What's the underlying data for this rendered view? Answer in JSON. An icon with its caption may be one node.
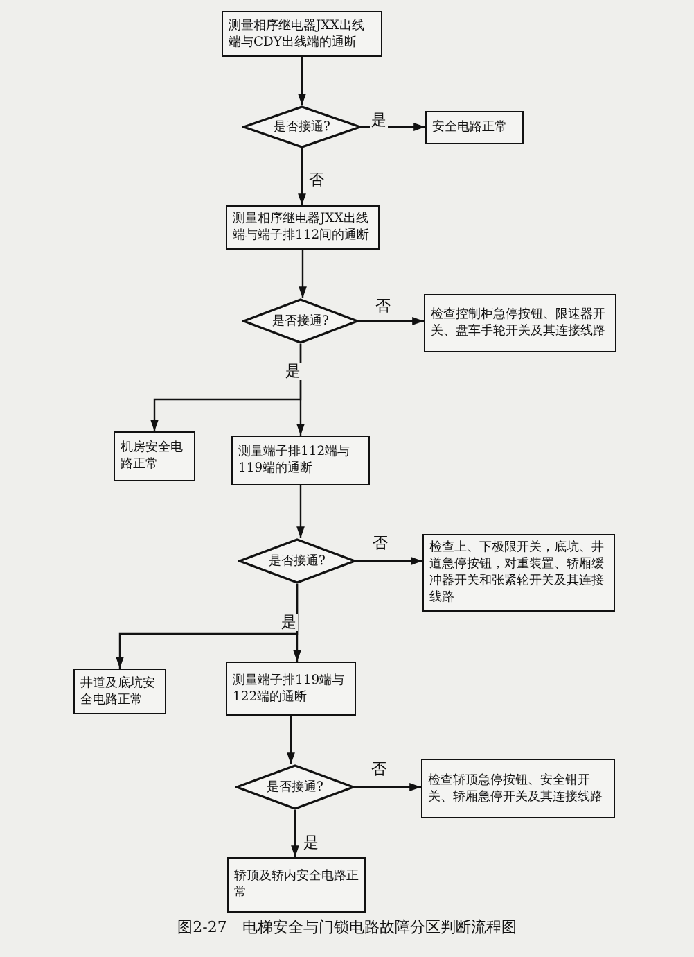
{
  "diagram": {
    "caption": "图2-27　电梯安全与门锁电路故障分区判断流程图",
    "nodes": [
      {
        "text": [
          "测量相序继电器JXX出线端与CDY出线端的通断"
        ]
      },
      {
        "text": [
          "是否接通?"
        ]
      },
      {
        "text": [
          "安全电路正常"
        ]
      },
      {
        "text": [
          "测量相序继电器JXX出线端与端子排112间的通断"
        ]
      },
      {
        "text": [
          "是否接通?"
        ]
      },
      {
        "text": [
          "检查控制柜急停按钮、限速器开关、盘车手轮开关及其连接线路"
        ]
      },
      {
        "text": [
          "机房安全电路正常"
        ]
      },
      {
        "text": [
          "测量端子排112端与119端的通断"
        ]
      },
      {
        "text": [
          "是否接通?"
        ]
      },
      {
        "text": [
          "检查上、下极限开关，底坑、井道急停按钮，对重装置、轿厢缓冲器开关和张紧轮开关及其连接线路"
        ]
      },
      {
        "text": [
          "井道及底坑安全电路正常"
        ]
      },
      {
        "text": [
          "测量端子排119端与122端的通断"
        ]
      },
      {
        "text": [
          "是否接通?"
        ]
      },
      {
        "text": [
          "检查轿顶急停按钮、安全钳开关、轿厢急停开关及其连接线路"
        ]
      },
      {
        "text": [
          "轿顶及轿内安全电路正常"
        ]
      }
    ],
    "edges": [
      {
        "from": 0,
        "to": 1,
        "arrow": "to"
      },
      {
        "from": 1,
        "to": 2,
        "arrow": "to",
        "label": "是"
      },
      {
        "from": 1,
        "to": 3,
        "arrow": "to",
        "label": "否"
      },
      {
        "from": 3,
        "to": 4,
        "arrow": "to"
      },
      {
        "from": 4,
        "to": 5,
        "arrow": "to",
        "label": "否"
      },
      {
        "from": 4,
        "to": 7,
        "arrow": "to",
        "label": "是"
      },
      {
        "from": 4,
        "to": 6,
        "arrow": "to"
      },
      {
        "from": 7,
        "to": 8,
        "arrow": "to"
      },
      {
        "from": 8,
        "to": 9,
        "arrow": "to",
        "label": "否"
      },
      {
        "from": 8,
        "to": 11,
        "arrow": "to",
        "label": "是"
      },
      {
        "from": 8,
        "to": 10,
        "arrow": "to"
      },
      {
        "from": 11,
        "to": 12,
        "arrow": "to"
      },
      {
        "from": 12,
        "to": 13,
        "arrow": "to",
        "label": "否"
      },
      {
        "from": 12,
        "to": 14,
        "arrow": "to",
        "label": "是"
      }
    ]
  }
}
